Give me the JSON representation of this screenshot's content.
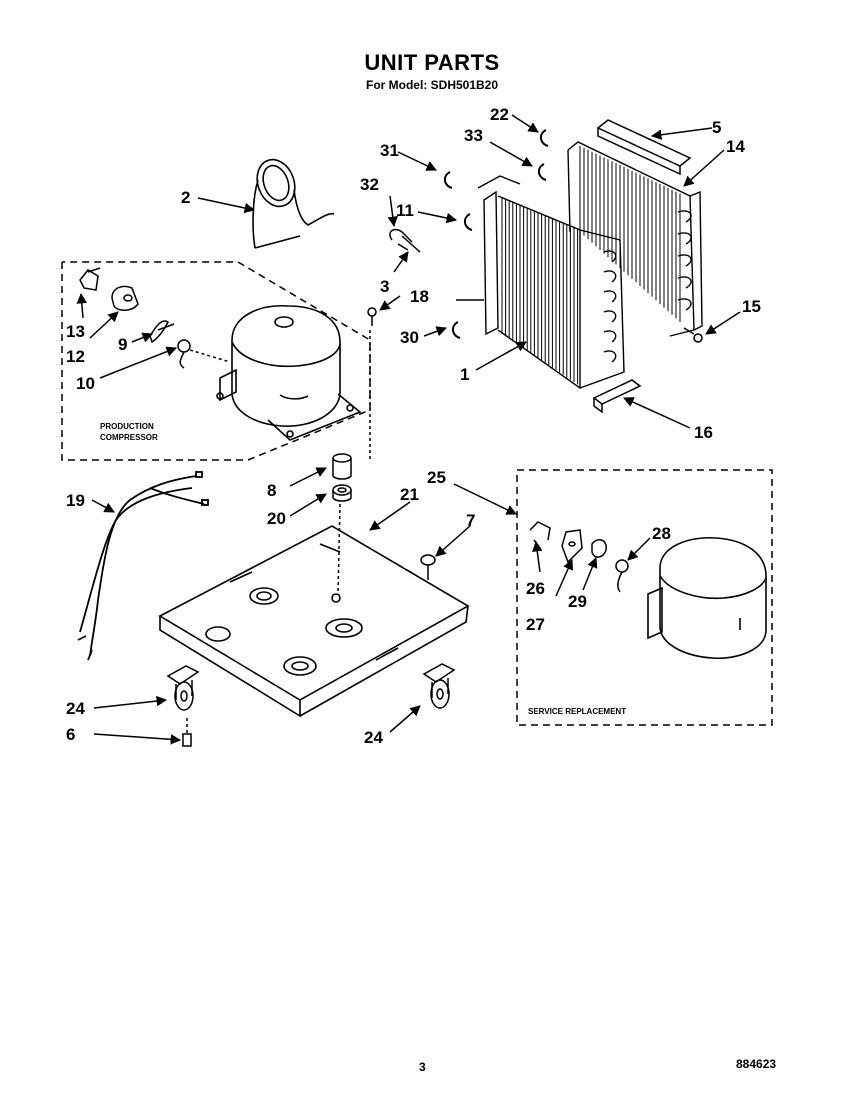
{
  "header": {
    "title": "UNIT PARTS",
    "subtitle": "For Model: SDH501B20"
  },
  "callouts": {
    "c1": "1",
    "c2": "2",
    "c3": "3",
    "c5": "5",
    "c6": "6",
    "c7": "7",
    "c8": "8",
    "c9": "9",
    "c10": "10",
    "c11": "11",
    "c12": "12",
    "c13": "13",
    "c14": "14",
    "c15": "15",
    "c16": "16",
    "c18": "18",
    "c19": "19",
    "c20": "20",
    "c21": "21",
    "c22": "22",
    "c24a": "24",
    "c24b": "24",
    "c25": "25",
    "c26": "26",
    "c27": "27",
    "c28": "28",
    "c29": "29",
    "c30": "30",
    "c31": "31",
    "c32": "32",
    "c33": "33"
  },
  "boxes": {
    "production_line1": "PRODUCTION",
    "production_line2": "COMPRESSOR",
    "service": "SERVICE REPLACEMENT"
  },
  "footer": {
    "page_number": "3",
    "doc_number": "884623"
  }
}
